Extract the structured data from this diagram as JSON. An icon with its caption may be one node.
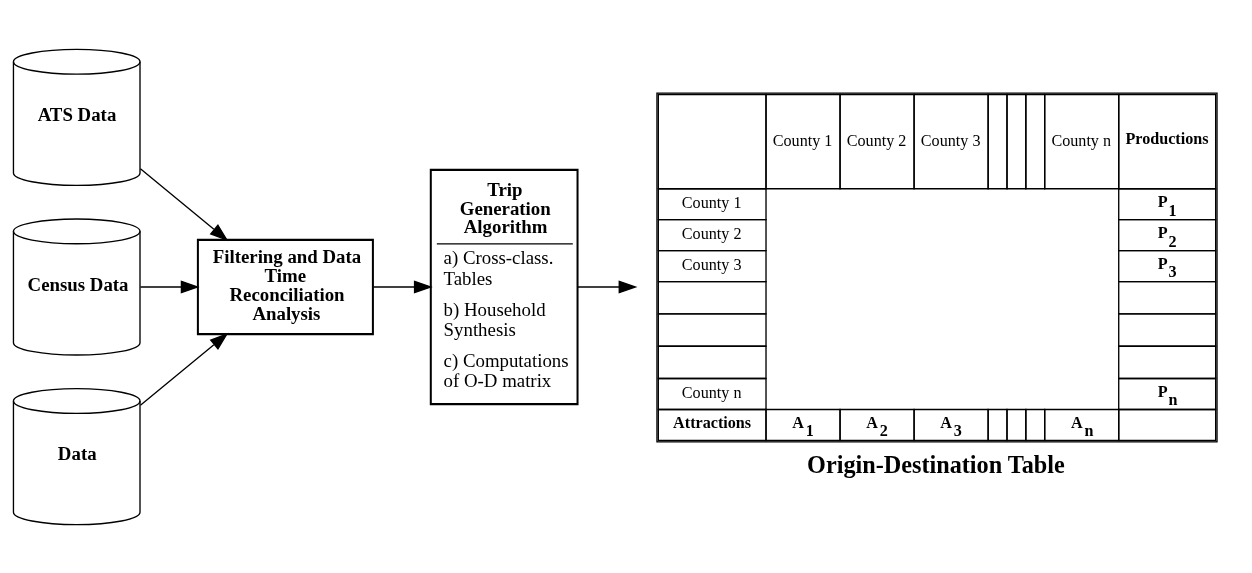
{
  "diagram": {
    "nodes": [
      {
        "text": [
          "ATS Data"
        ]
      },
      {
        "text": [
          "Census Data"
        ]
      },
      {
        "text": [
          "Data"
        ]
      },
      {
        "text": [
          "Filtering and Data Time Reconciliation Analysis"
        ]
      },
      {
        "text": [
          "Trip Generation Algorithm",
          "a) Cross-class. Tables",
          "b) Household Synthesis",
          "c) Computations of O-D matrix"
        ]
      },
      {
        "text": [
          "Origin-Destination Table"
        ]
      }
    ],
    "edges": [
      {
        "from": 0,
        "to": 3,
        "arrow": "to"
      },
      {
        "from": 1,
        "to": 3,
        "arrow": "to"
      },
      {
        "from": 2,
        "to": 3,
        "arrow": "to"
      },
      {
        "from": 3,
        "to": 4,
        "arrow": "to"
      },
      {
        "from": 4,
        "to": 5,
        "arrow": "to"
      }
    ],
    "labels": [
      "County 1",
      "County 2",
      "County 3",
      "County n",
      "Productions",
      "County 1",
      "P$_{1}$",
      "County 2",
      "P$_{2}$",
      "County 3",
      "P$_{3}$",
      "County n",
      "P$_{n}$",
      "Attractions",
      "A$_{1}$",
      "A$_{2}$",
      "A$_{3}$",
      "A$_{n}$"
    ]
  }
}
